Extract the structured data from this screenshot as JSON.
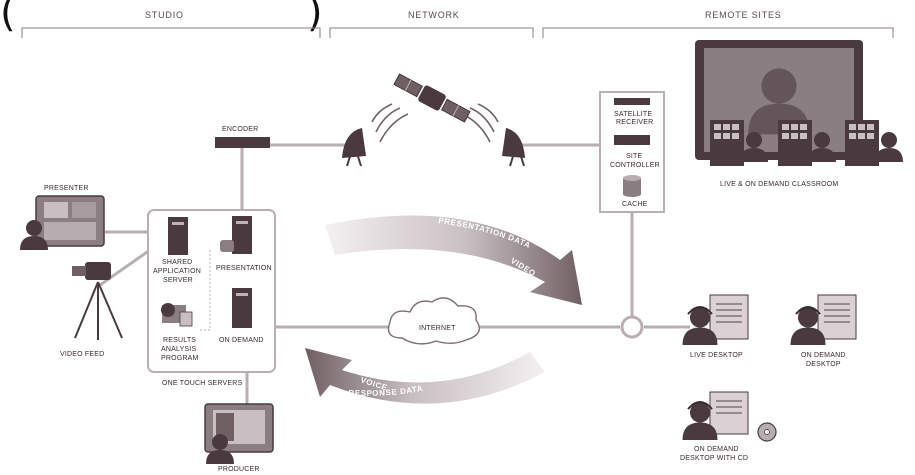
{
  "partial_text": "(",
  "partial_text2": ")",
  "sections": {
    "studio": "STUDIO",
    "network": "NETWORK",
    "remote_sites": "REMOTE SITES"
  },
  "labels": {
    "presenter": "PRESENTER",
    "encoder": "ENCODER",
    "video_feed": "VIDEO FEED",
    "shared_app_server_1": "SHARED",
    "shared_app_server_2": "APPLICATION",
    "shared_app_server_3": "SERVER",
    "presentation": "PRESENTATION",
    "results_1": "RESULTS",
    "results_2": "ANALYSIS",
    "results_3": "PROGRAM",
    "on_demand": "ON DEMAND",
    "one_touch_servers": "ONE TOUCH SERVERS",
    "producer": "PRODUCER",
    "internet": "INTERNET",
    "satellite_receiver_1": "SATELLITE",
    "satellite_receiver_2": "RECEIVER",
    "site_controller_1": "SITE",
    "site_controller_2": "CONTROLLER",
    "cache": "CACHE",
    "classroom": "LIVE & ON DEMAND CLASSROOM",
    "live_desktop": "LIVE DESKTOP",
    "on_demand_desktop_1": "ON DEMAND",
    "on_demand_desktop_2": "DESKTOP",
    "od_cd_1": "ON DEMAND",
    "od_cd_2": "DESKTOP WITH CD"
  },
  "flows": {
    "presentation_data": "PRESENTATION DATA",
    "voice_top": "VOICE",
    "video": "VIDEO",
    "response_data": "RESPONSE DATA",
    "voice_bottom": "VOICE"
  },
  "colors": {
    "ink": "#3a2a2e",
    "line": "#b9aeb1",
    "device": "#4a3a3f",
    "arrow_dark": "#7e6e72",
    "arrow_light": "#ece7e8"
  }
}
